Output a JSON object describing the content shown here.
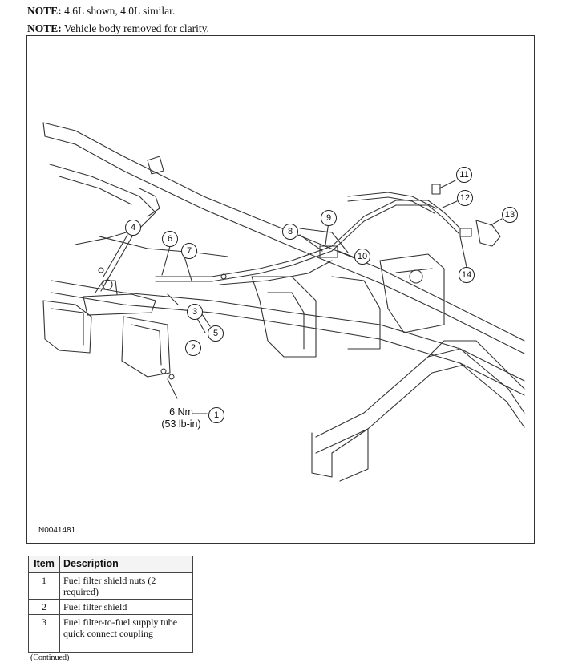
{
  "notes": [
    {
      "label": "NOTE:",
      "text": " 4.6L shown, 4.0L similar."
    },
    {
      "label": "NOTE:",
      "text": " Vehicle body removed for clarity."
    }
  ],
  "figure": {
    "id": "N0041481",
    "torque_nm": "6 Nm",
    "torque_lbin": "(53 lb-in)",
    "callouts": [
      "1",
      "2",
      "3",
      "4",
      "5",
      "6",
      "7",
      "8",
      "9",
      "10",
      "11",
      "12",
      "13",
      "14"
    ]
  },
  "table": {
    "headers": [
      "Item",
      "Description"
    ],
    "rows": [
      {
        "item": "1",
        "description": "Fuel filter shield nuts (2 required)"
      },
      {
        "item": "2",
        "description": "Fuel filter shield"
      },
      {
        "item": "3",
        "description": "Fuel filter-to-fuel supply tube quick connect coupling"
      }
    ]
  },
  "continued": "(Continued)"
}
